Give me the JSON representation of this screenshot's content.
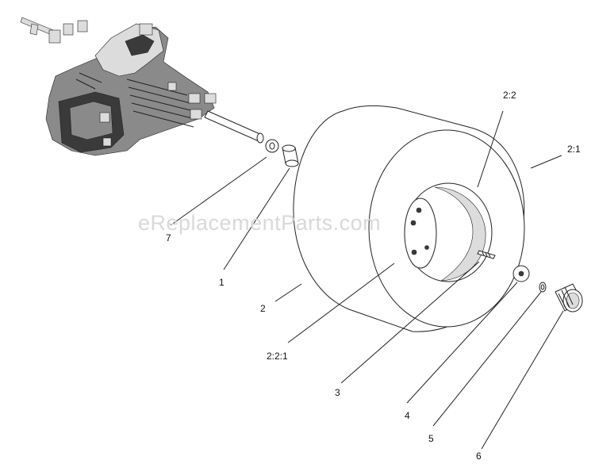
{
  "watermark": "eReplacementParts.com",
  "callouts": {
    "c7": "7",
    "c1": "1",
    "c2": "2",
    "c22": "2:2",
    "c21": "2:1",
    "c221": "2:2:1",
    "c3": "3",
    "c4": "4",
    "c5": "5",
    "c6": "6"
  }
}
